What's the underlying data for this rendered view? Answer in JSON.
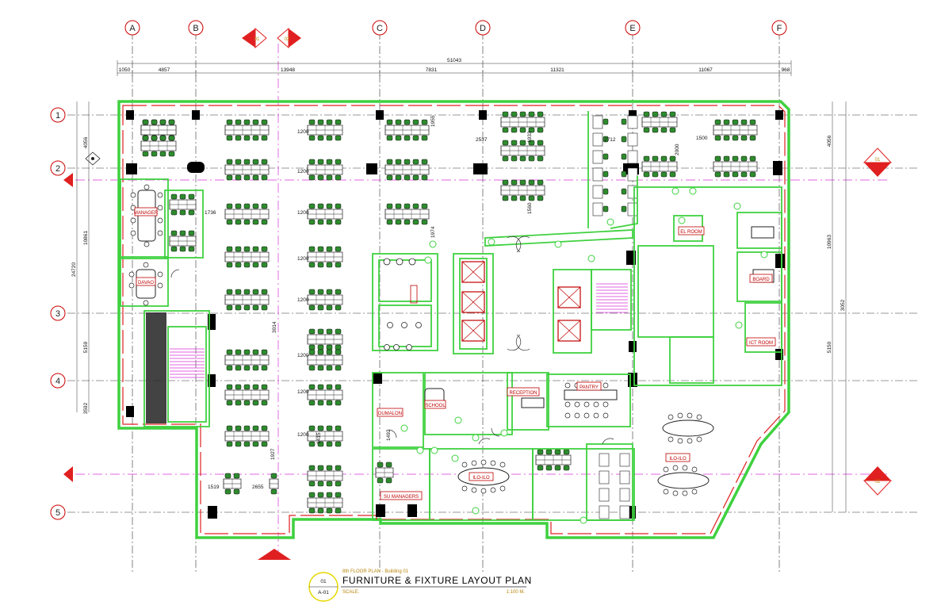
{
  "drawing": {
    "subtitle": "8th FLOOR PLAN - Building 01",
    "title": "FURNITURE & FIXTURE LAYOUT PLAN",
    "scale_label": "SCALE:",
    "scale_value": "1:100 M.",
    "sheet_no": "01",
    "sheet_ref": "A-01"
  },
  "grid": {
    "columns": [
      "A",
      "B",
      "C",
      "D",
      "E",
      "F"
    ],
    "rows": [
      "1",
      "2",
      "3",
      "4",
      "5"
    ]
  },
  "dimensions": {
    "overall": "51043",
    "segments": [
      "1050",
      "4857",
      "13948",
      "7831",
      "11321",
      "11067",
      "968"
    ],
    "left_total": "24720",
    "left_sub": "10861",
    "row_gaps": [
      "4056",
      "5159",
      "3592"
    ],
    "right": [
      "4056",
      "10963",
      "5150",
      "3052"
    ],
    "interior": [
      "1200",
      "1955",
      "2537",
      "2712",
      "1500",
      "2000",
      "1736",
      "1933",
      "1560",
      "1974",
      "3014",
      "1492",
      "1519",
      "2655",
      "1927",
      "1415"
    ]
  },
  "rooms": {
    "manager": "MANAGER",
    "davao": "DAVAO",
    "el_room": "EL ROOM",
    "boardroom": "BOARD",
    "it_room": "ICT ROOM",
    "reception": "RECEPTION",
    "pantry": "PANTRY",
    "school": "SCHOOL",
    "dumaguete": "DUMALON",
    "su_managers": "SU MANAGERS",
    "ilo_ilo_1": "ILO-ILO",
    "ilo_ilo_2": "ILO-ILO"
  },
  "section_markers": {
    "top_left": "01",
    "top_right": "02",
    "right": "01",
    "bottom_right": "02"
  },
  "colors": {
    "wall_green": "#3fd13f",
    "wall_red": "#e02020",
    "dash_magenta": "#d633d6",
    "column_black": "#000000",
    "dim_line": "#333333"
  }
}
